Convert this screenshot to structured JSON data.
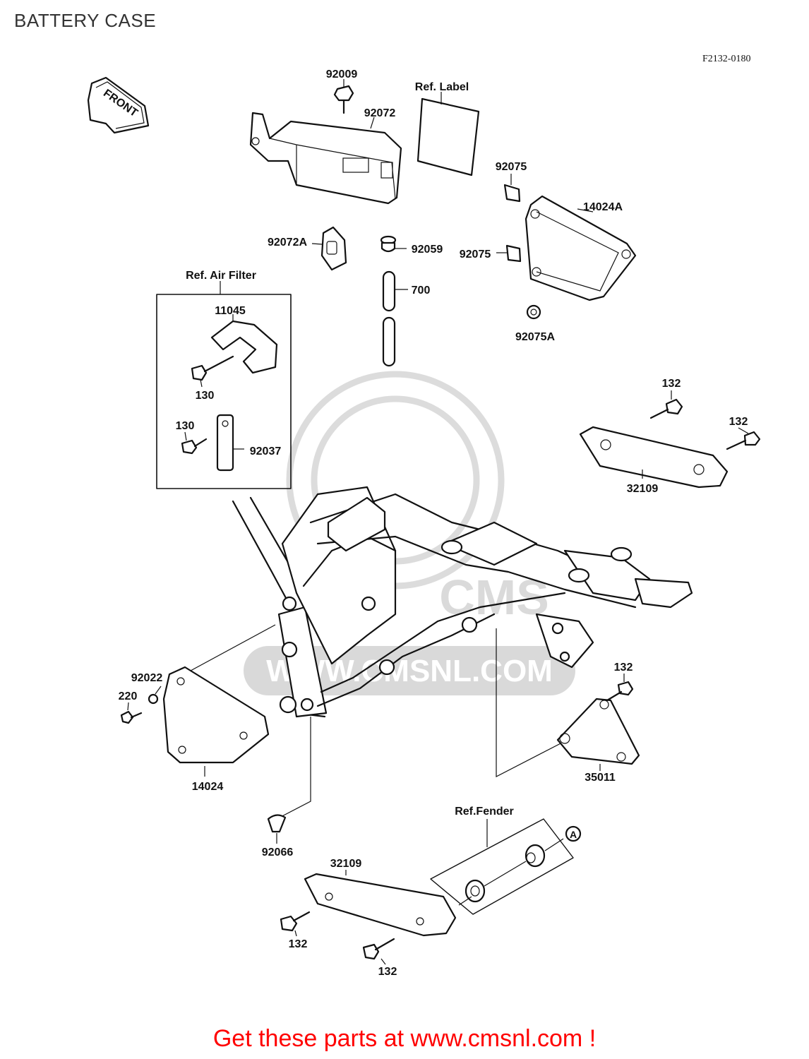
{
  "page": {
    "title": "BATTERY CASE",
    "drawing_code": "F2132-0180",
    "footer_link": "Get these parts at www.cmsnl.com !"
  },
  "diagram": {
    "front_arrow_label": "FRONT",
    "watermark_text": "WWW.CMSNL.COM",
    "watermark_logo": "CMS",
    "ref_labels": {
      "ref_label": "Ref. Label",
      "ref_air_filter": "Ref. Air Filter",
      "ref_fender": "Ref.Fender"
    },
    "circle_marker": "A",
    "part_labels": [
      {
        "id": "p-92009",
        "text": "92009"
      },
      {
        "id": "p-92072",
        "text": "92072"
      },
      {
        "id": "p-92075-top",
        "text": "92075"
      },
      {
        "id": "p-14024a",
        "text": "14024A"
      },
      {
        "id": "p-92072a",
        "text": "92072A"
      },
      {
        "id": "p-92059",
        "text": "92059"
      },
      {
        "id": "p-92075-mid",
        "text": "92075"
      },
      {
        "id": "p-700",
        "text": "700"
      },
      {
        "id": "p-92075a",
        "text": "92075A"
      },
      {
        "id": "p-11045",
        "text": "11045"
      },
      {
        "id": "p-130-a",
        "text": "130"
      },
      {
        "id": "p-130-b",
        "text": "130"
      },
      {
        "id": "p-92037",
        "text": "92037"
      },
      {
        "id": "p-132-a",
        "text": "132"
      },
      {
        "id": "p-132-b",
        "text": "132"
      },
      {
        "id": "p-32109-top",
        "text": "32109"
      },
      {
        "id": "p-92022",
        "text": "92022"
      },
      {
        "id": "p-220",
        "text": "220"
      },
      {
        "id": "p-132-c",
        "text": "132"
      },
      {
        "id": "p-14024",
        "text": "14024"
      },
      {
        "id": "p-35011",
        "text": "35011"
      },
      {
        "id": "p-92066",
        "text": "92066"
      },
      {
        "id": "p-32109-bottom",
        "text": "32109"
      },
      {
        "id": "p-132-d",
        "text": "132"
      },
      {
        "id": "p-132-e",
        "text": "132"
      }
    ]
  }
}
